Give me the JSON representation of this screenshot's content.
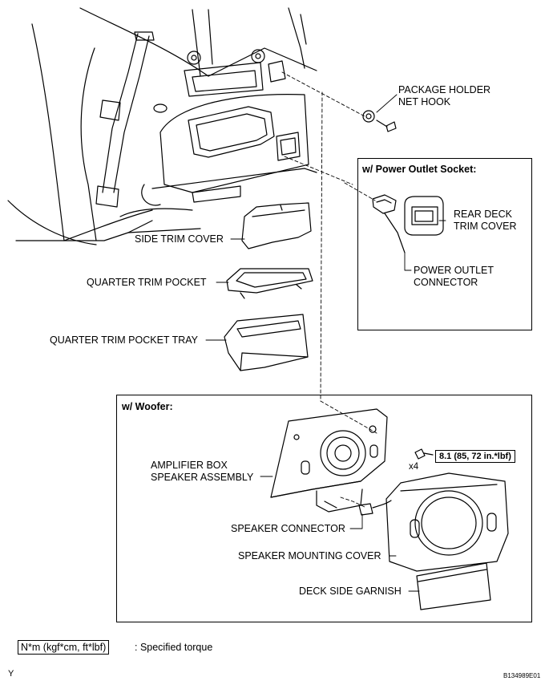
{
  "callouts": {
    "package_holder_net_hook": [
      "PACKAGE HOLDER",
      "NET HOOK"
    ],
    "side_trim_cover": "SIDE TRIM COVER",
    "quarter_trim_pocket": "QUARTER TRIM POCKET",
    "quarter_trim_pocket_tray": "QUARTER TRIM POCKET TRAY",
    "rear_deck_trim_cover": [
      "REAR DECK",
      "TRIM COVER"
    ],
    "power_outlet_connector": [
      "POWER OUTLET",
      "CONNECTOR"
    ],
    "amplifier_box_speaker_assembly": [
      "AMPLIFIER BOX",
      "SPEAKER ASSEMBLY"
    ],
    "speaker_connector": "SPEAKER CONNECTOR",
    "speaker_mounting_cover": "SPEAKER MOUNTING COVER",
    "deck_side_garnish": "DECK SIDE GARNISH",
    "quantity_x4": "x4"
  },
  "boxes": {
    "power_outlet_socket_title": "w/ Power Outlet Socket:",
    "woofer_title": "w/ Woofer:"
  },
  "torque_spec": "8.1 (85, 72 in.*lbf)",
  "legend": {
    "key": "N*m (kgf*cm, ft*lbf)",
    "description": ": Specified torque"
  },
  "corner_marks": {
    "bottom_left": "Y",
    "bottom_right": "B134989E01"
  }
}
